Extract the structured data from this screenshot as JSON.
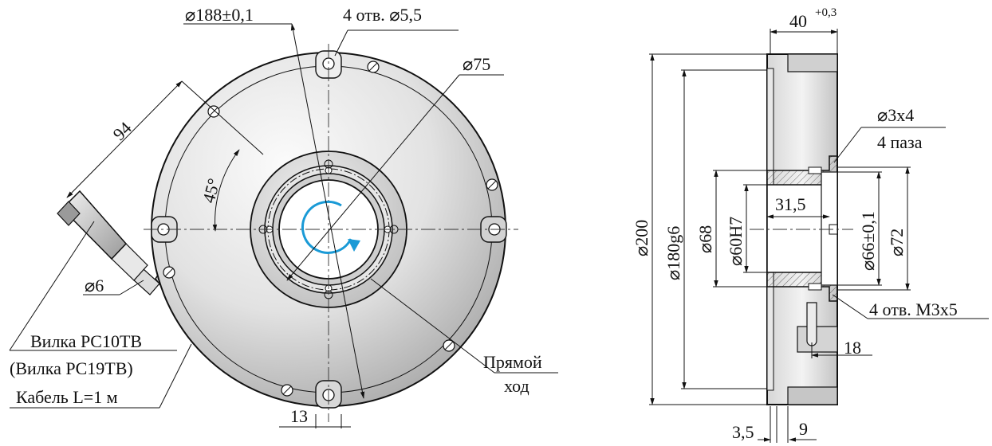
{
  "labels": {
    "dia188": "⌀188±0,1",
    "holes4": "4 отв. ⌀5,5",
    "dia75": "⌀75",
    "dim94": "94",
    "angle45": "45°",
    "dia6": "⌀6",
    "plug1": "Вилка PC10TB",
    "plug2": "(Вилка PC19TB)",
    "cable": "Кабель L=1 м",
    "direct1": "Прямой",
    "direct2": "ход",
    "dim13": "13",
    "dim40": "40",
    "tol40": "+0,3",
    "dia3x4": "⌀3x4",
    "slots4": "4 паза",
    "dia200": "⌀200",
    "dia180": "⌀180g6",
    "dia68": "⌀68",
    "dia60": "⌀60H7",
    "dim31": "31,5",
    "dia66": "⌀66±0,1",
    "dia72": "⌀72",
    "holesM3": "4 отв. M3x5",
    "dim18": "18",
    "dim35": "3,5",
    "dim9": "9"
  },
  "colors": {
    "body_light": "#f4f4f4",
    "body_dark": "#b9b9b9",
    "rotation_arrow": "#1a9ad6",
    "line": "#111111"
  }
}
